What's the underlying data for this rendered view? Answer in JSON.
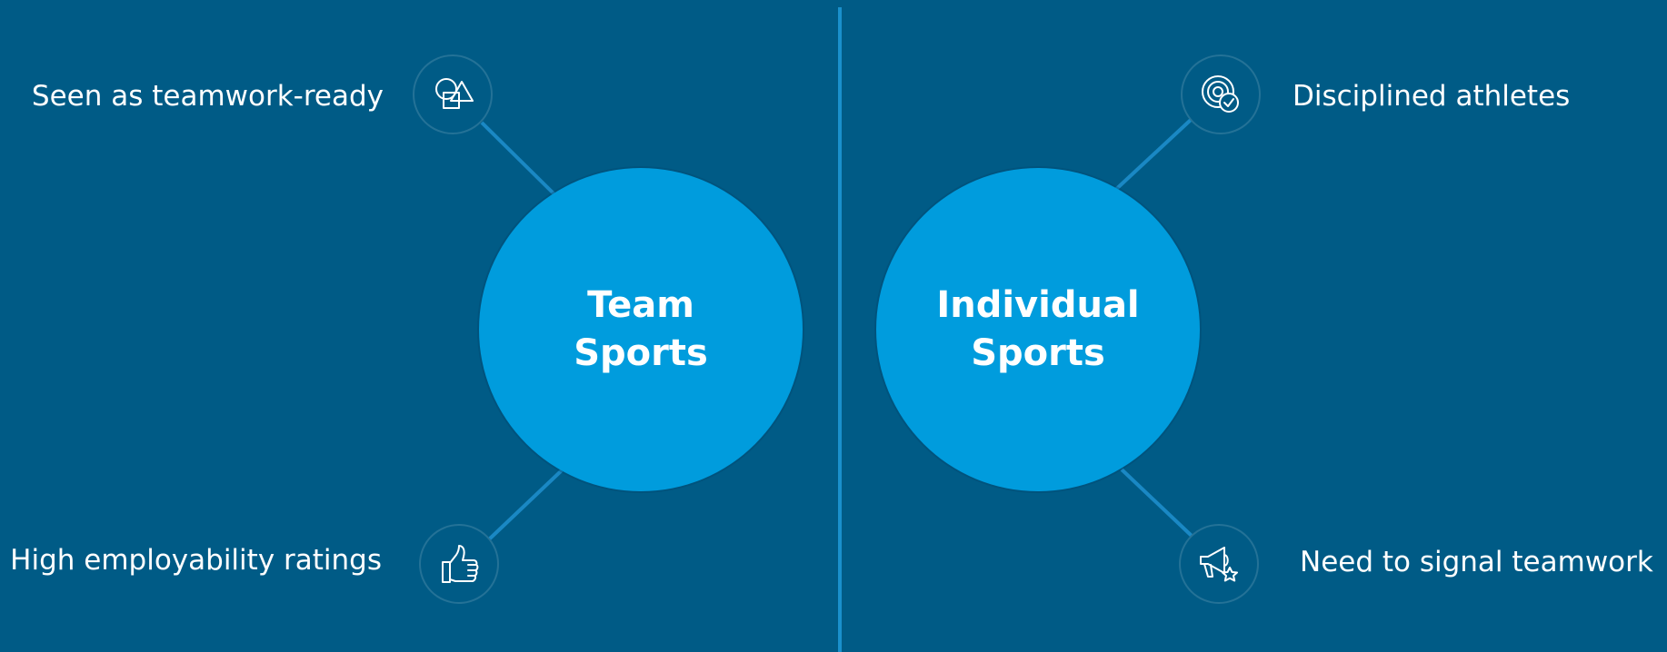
{
  "hubs": {
    "left": {
      "line1": "Team",
      "line2": "Sports"
    },
    "right": {
      "line1": "Individual",
      "line2": "Sports"
    }
  },
  "points": {
    "teamwork_ready": {
      "label": "Seen as teamwork-ready",
      "icon": "shapes-icon"
    },
    "employability": {
      "label": "High employability ratings",
      "icon": "thumbs-up-icon"
    },
    "disciplined": {
      "label": "Disciplined athletes",
      "icon": "target-check-icon"
    },
    "signal_teamwork": {
      "label": "Need to signal teamwork",
      "icon": "megaphone-star-icon"
    }
  },
  "colors": {
    "background": "#005b86",
    "hub_fill": "#009cdd",
    "connector": "#1a88c4",
    "divider": "#1a90cc",
    "text": "#ffffff"
  }
}
